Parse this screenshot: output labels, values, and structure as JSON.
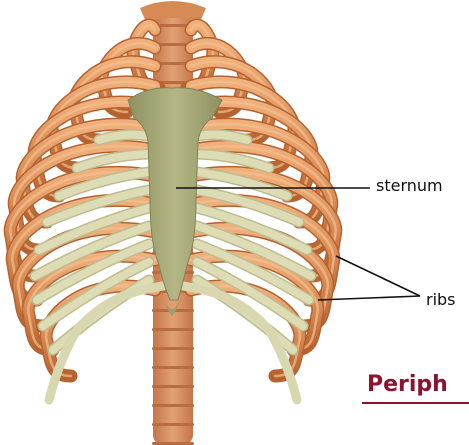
{
  "labels": {
    "sternum": "sternum",
    "ribs": "ribs"
  },
  "heading": "Periph",
  "colors": {
    "rib": "#d88a54",
    "rib_shadow": "#b5622f",
    "rib_highlight": "#f0b07c",
    "sternum": "#a9ab7c",
    "sternum_shadow": "#7f8358",
    "cartilage": "#d8d7b0",
    "spine": "#d9905e",
    "disc": "#c77d4b",
    "leader": "#111111",
    "heading": "#8c1230"
  }
}
